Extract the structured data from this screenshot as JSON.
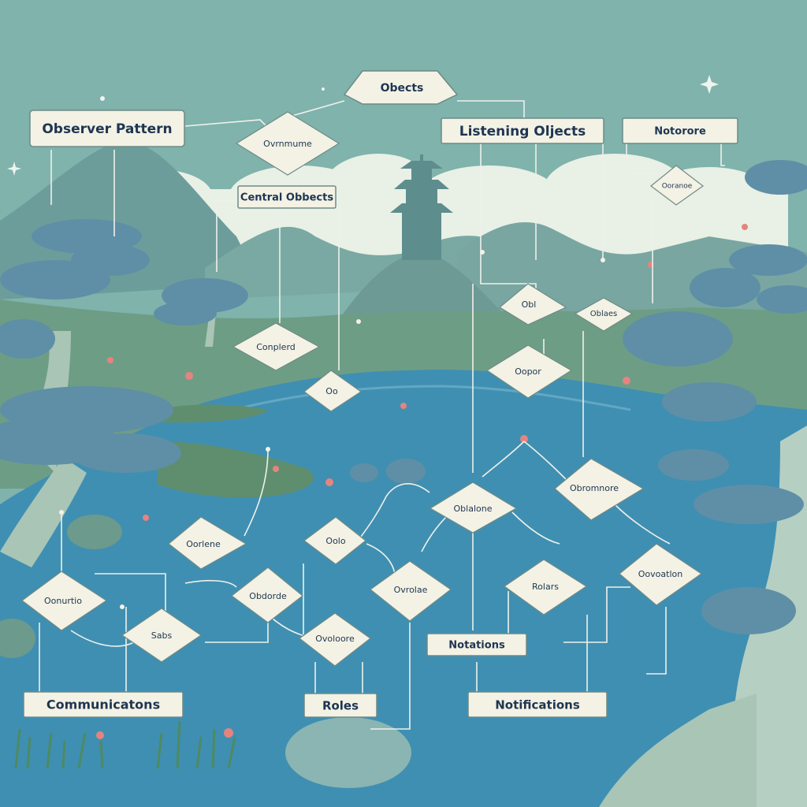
{
  "title_box": "Observer Pattern",
  "top_box": "Obects",
  "listening_box": "Listening Oljects",
  "central_box": "Central Obbects",
  "notorore_box": "Notorore",
  "bottom_boxes": {
    "communications": "Communicatons",
    "roles": "Roles",
    "notifications": "Notifications",
    "notations": "Notations"
  },
  "diamonds": {
    "d1": "Ovrnmume",
    "d2": "Ooranoe",
    "d3": "Conplerd",
    "d4": "Oo",
    "d5": "Obl",
    "d6": "Oblaes",
    "d7": "Oopor",
    "d8": "Oblalone",
    "d9": "Obromnore",
    "d10": "Oorlene",
    "d11": "Oolo",
    "d12": "Oonurtio",
    "d13": "Sabs",
    "d14": "Obdorde",
    "d15": "Ovoloore",
    "d16": "Ovrolae",
    "d17": "Rolars",
    "d18": "Oovoatlon"
  },
  "colors": {
    "sky": "#7fb3ac",
    "lake": "#3f8fb2",
    "tree_canopy": "#5f8fa6",
    "box_fill": "#f3f2e4",
    "text": "#1f3553",
    "blossom": "#e5847f"
  }
}
